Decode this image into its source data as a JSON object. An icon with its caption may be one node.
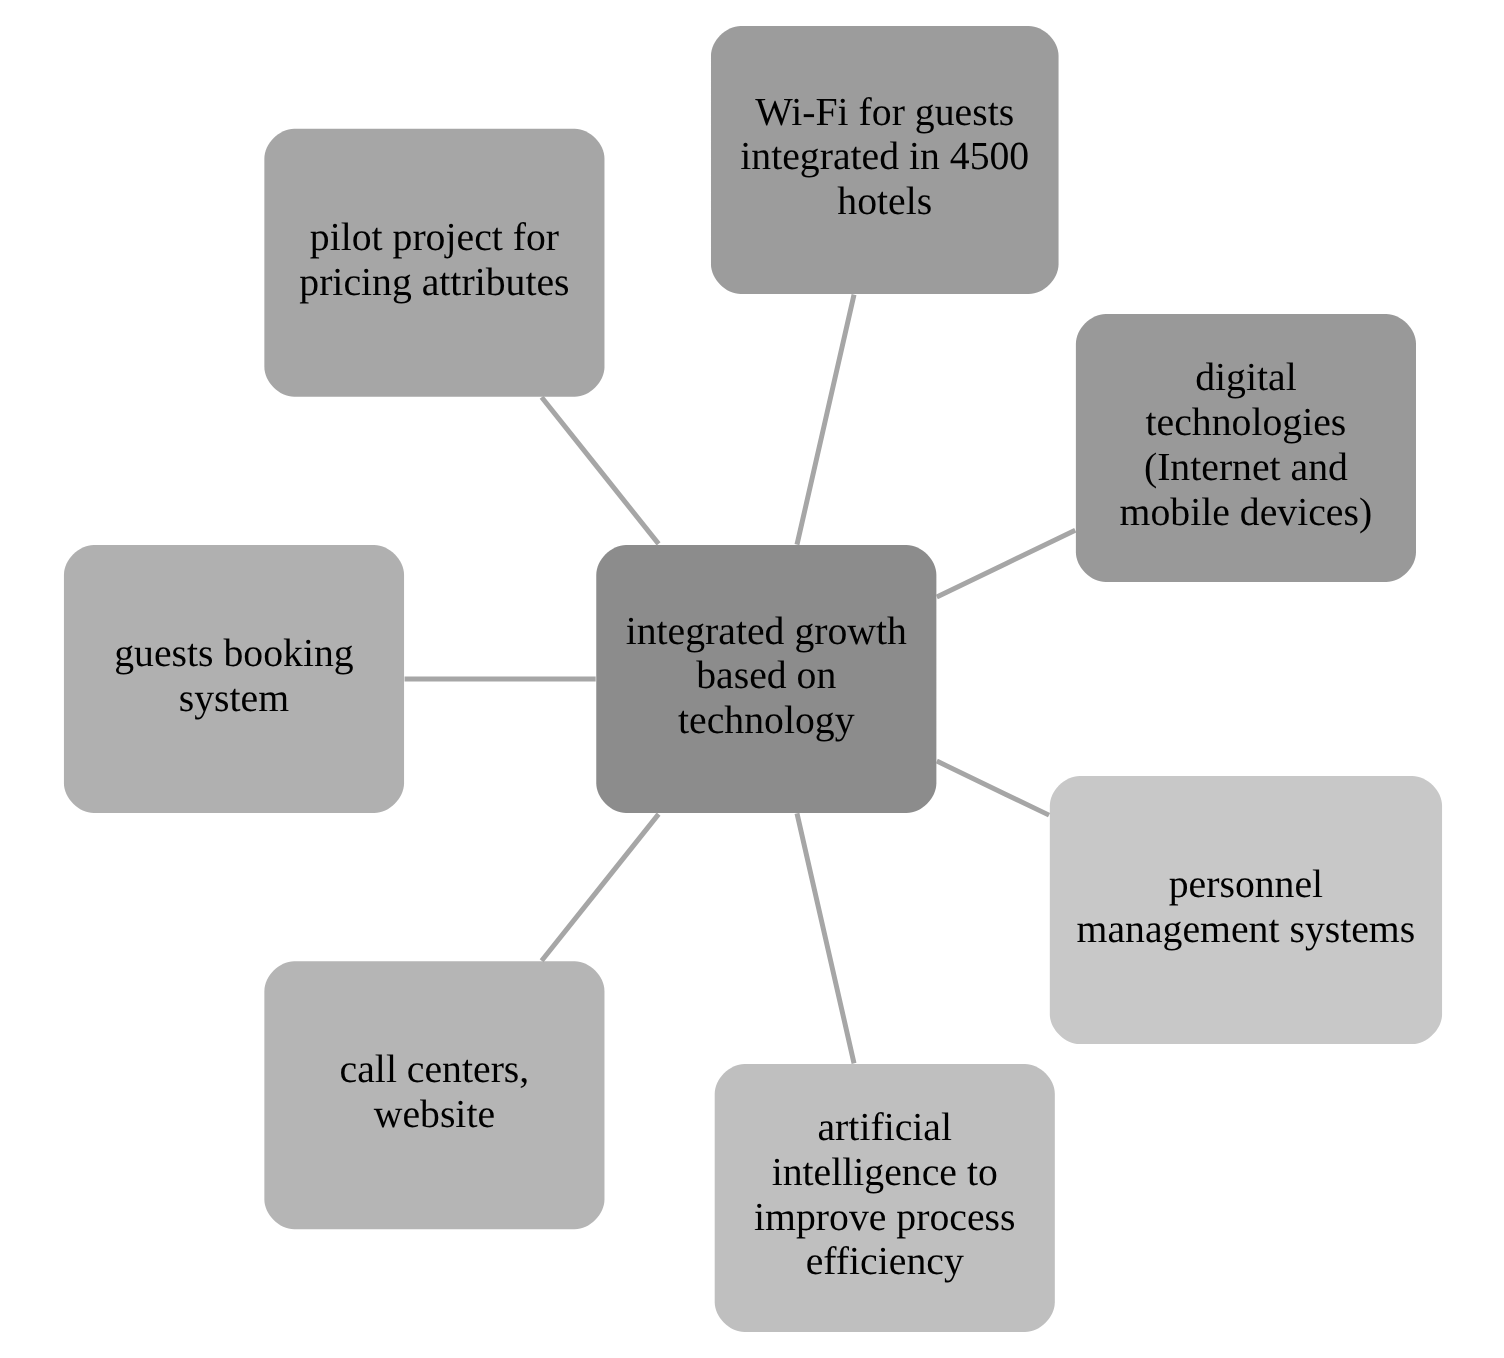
{
  "diagram": {
    "nodes": [
      {
        "text": [
          "integrated growth based on technology"
        ]
      },
      {
        "text": [
          "digital technologies (Internet and mobile devices)"
        ]
      },
      {
        "text": [
          "Wi-Fi for guests integrated in 4500 hotels"
        ]
      },
      {
        "text": [
          "pilot project for pricing attributes"
        ]
      },
      {
        "text": [
          "guests booking system"
        ]
      },
      {
        "text": [
          "call centers, website"
        ]
      },
      {
        "text": [
          "artificial intelligence to improve process efficiency"
        ]
      },
      {
        "text": [
          "personnel management systems"
        ]
      }
    ],
    "edges": [
      {
        "from": 0,
        "to": 1,
        "arrow": "none"
      },
      {
        "from": 0,
        "to": 2,
        "arrow": "none"
      },
      {
        "from": 0,
        "to": 3,
        "arrow": "none"
      },
      {
        "from": 0,
        "to": 4,
        "arrow": "none"
      },
      {
        "from": 0,
        "to": 5,
        "arrow": "none"
      },
      {
        "from": 0,
        "to": 6,
        "arrow": "none"
      },
      {
        "from": 0,
        "to": 7,
        "arrow": "none"
      }
    ]
  }
}
